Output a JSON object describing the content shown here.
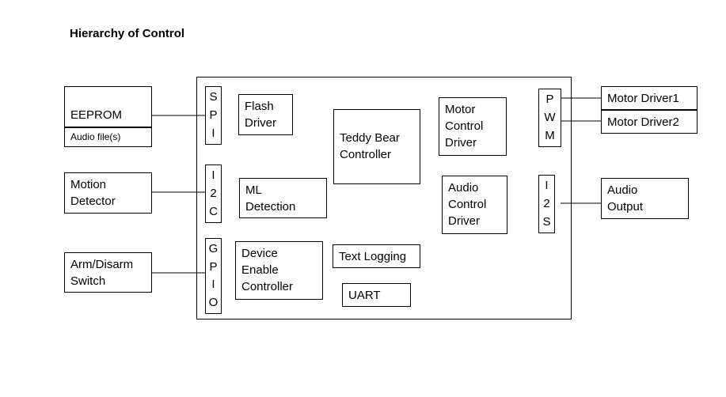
{
  "title": "Hierarchy of Control",
  "external": {
    "eeprom": "EEPROM",
    "eeprom_sub": "Audio file(s)",
    "motion_detector": "Motion\nDetector",
    "arm_disarm": "Arm/Disarm\nSwitch",
    "motor_driver1": "Motor Driver1",
    "motor_driver2": "Motor Driver2",
    "audio_output": "Audio\nOutput"
  },
  "interfaces": {
    "spi": [
      "S",
      "P",
      "I"
    ],
    "i2c": [
      "I",
      "2",
      "C"
    ],
    "gpio": [
      "G",
      "P",
      "I",
      "O"
    ],
    "pwm": [
      "P",
      "W",
      "M"
    ],
    "i2s": [
      "I",
      "2",
      "S"
    ]
  },
  "internal": {
    "flash_driver": "Flash\nDriver",
    "ml_detection": "ML\nDetection",
    "device_enable": "Device\nEnable\nController",
    "teddy_bear": "Teddy Bear\nController",
    "text_logging": "Text Logging",
    "uart": "UART",
    "motor_control": "Motor\nControl\nDriver",
    "audio_control": "Audio\nControl\nDriver"
  }
}
